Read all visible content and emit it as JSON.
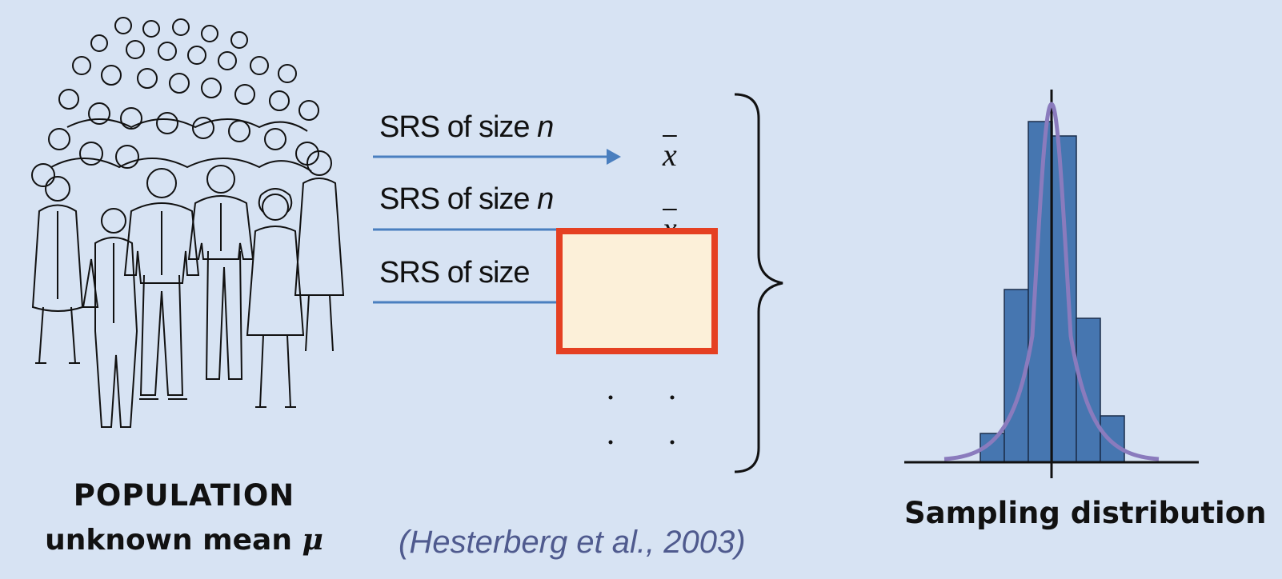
{
  "population": {
    "title": "POPULATION",
    "subtitle_prefix": "unknown mean ",
    "subtitle_symbol": "μ",
    "image_icon": "crowd-of-people-icon"
  },
  "samples": [
    {
      "label_prefix": "SRS of size ",
      "label_var": "n",
      "stat": "x"
    },
    {
      "label_prefix": "SRS of size ",
      "label_var": "n",
      "stat": "x"
    },
    {
      "label_prefix": "SRS of size",
      "label_var": "",
      "stat": ""
    }
  ],
  "sampling_distribution": {
    "label": "Sampling distribution"
  },
  "citation": "(Hesterberg et al., 2003)",
  "colors": {
    "background": "#d7e3f3",
    "arrow": "#4a7fbf",
    "histogram_fill": "#4676b0",
    "density_curve": "#8a7bbd",
    "occluder_border": "#e54022",
    "occluder_fill": "#fcf0d9",
    "citation": "#4f5a8e"
  }
}
